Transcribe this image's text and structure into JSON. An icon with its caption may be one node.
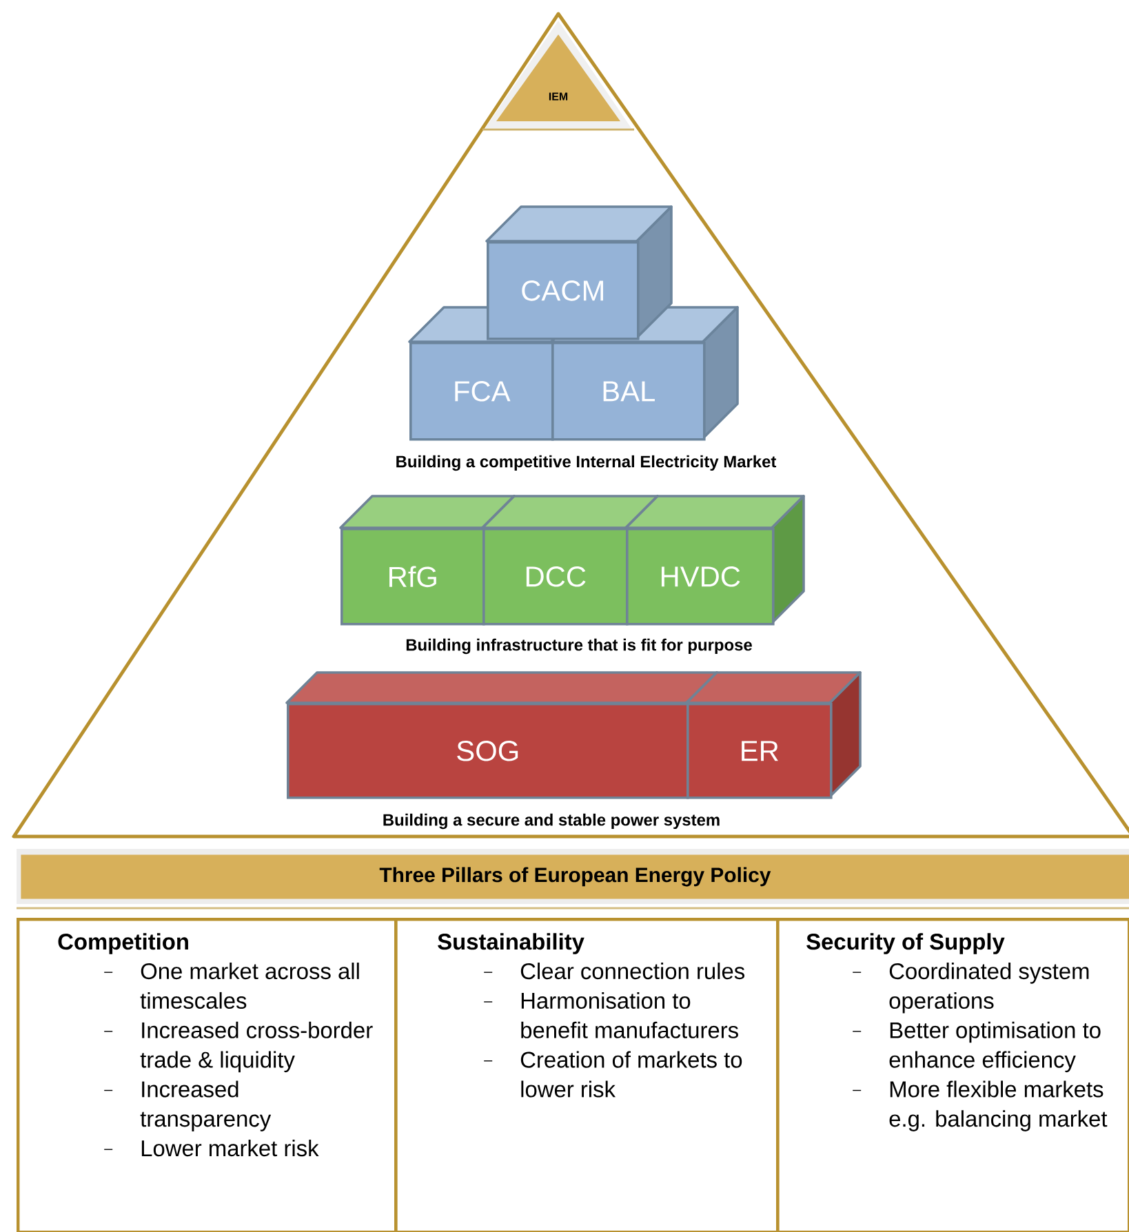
{
  "diagram": {
    "nodes": [
      {
        "text": [
          "IEM"
        ]
      },
      {
        "text": [
          "CACM"
        ]
      },
      {
        "text": [
          "FCA"
        ]
      },
      {
        "text": [
          "BAL"
        ]
      },
      {
        "text": [
          "RfG"
        ]
      },
      {
        "text": [
          "DCC"
        ]
      },
      {
        "text": [
          "HVDC"
        ]
      },
      {
        "text": [
          "SOG"
        ]
      },
      {
        "text": [
          "ER"
        ]
      },
      {
        "text": [
          "Three Pillars of European Energy Policy"
        ]
      },
      {
        "text": [
          "Competition",
          "One market across all timescales",
          "Increased cross-border trade & liquidity",
          "Increased transparency",
          "Lower market risk"
        ]
      },
      {
        "text": [
          "Sustainability",
          "Clear connection rules",
          "Harmonisation to benefit manufacturers",
          "Creation of markets to lower risk"
        ]
      },
      {
        "text": [
          "Security of Supply",
          "Coordinated system operations",
          "Better optimisation to enhance efficiency",
          "More flexible markets e.g. balancing market"
        ]
      }
    ],
    "edges": [],
    "labels": [
      "Building a competitive Internal Electricity Market",
      "Building infrastructure that is fit for purpose",
      "Building a secure and stable power system"
    ]
  }
}
